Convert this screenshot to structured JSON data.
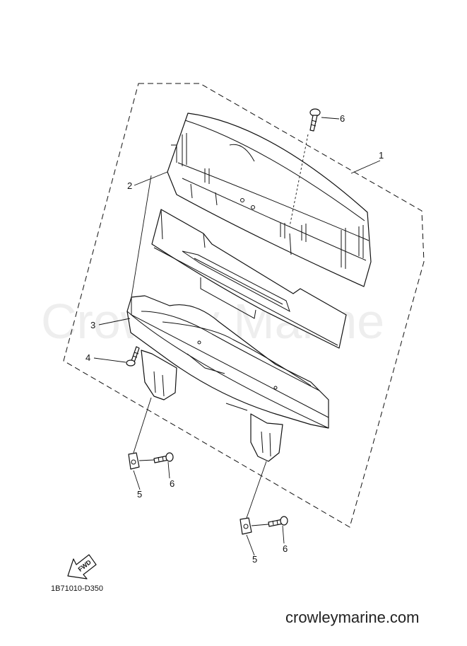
{
  "diagram": {
    "watermark": "Crowley Marine",
    "diagram_code": "1B71010-D350",
    "website": "crowleymarine.com",
    "fwd_label": "FWD",
    "callouts": {
      "c1": "1",
      "c2": "2",
      "c3": "3",
      "c4": "4",
      "c5a": "5",
      "c5b": "5",
      "c6a": "6",
      "c6b": "6",
      "c6c": "6"
    }
  }
}
